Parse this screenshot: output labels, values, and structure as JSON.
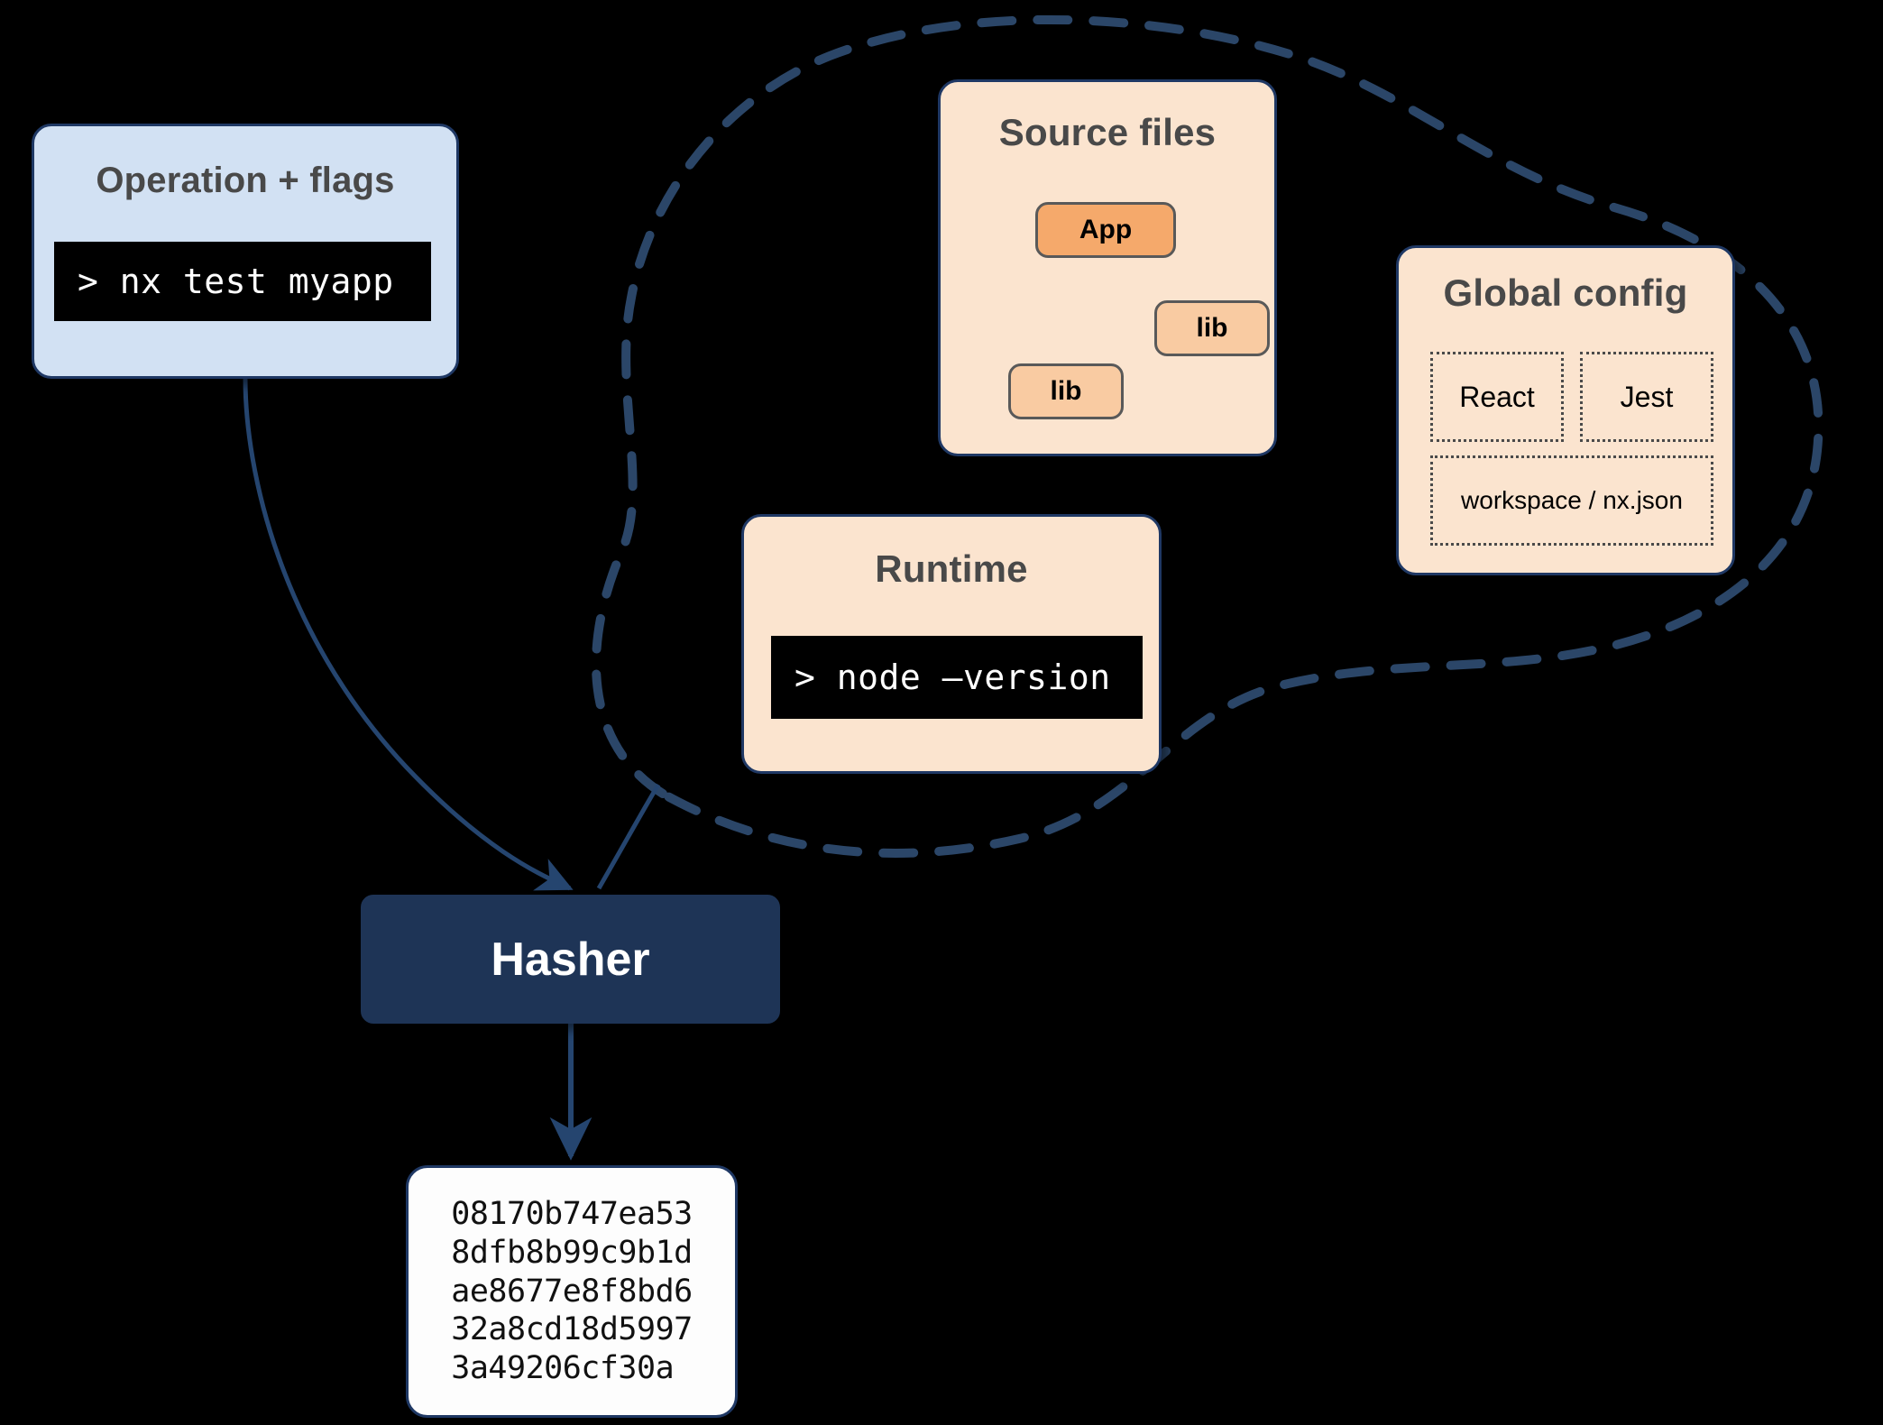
{
  "diagram": {
    "title": "Nx hasher inputs diagram",
    "colors": {
      "background": "#000000",
      "accent_navy": "#1f3864",
      "hasher_fill": "#1e3456",
      "operation_fill": "#d2e1f3",
      "cream_fill": "#fbe4cf",
      "app_fill": "#f5a96b",
      "lib_fill": "#f9cba2",
      "terminal_bg": "#000000",
      "terminal_fg": "#ffffff"
    }
  },
  "operation": {
    "title": "Operation + flags",
    "command": "> nx test myapp"
  },
  "source_files": {
    "title": "Source files",
    "nodes": [
      {
        "id": "app",
        "label": "App"
      },
      {
        "id": "lib1",
        "label": "lib"
      },
      {
        "id": "lib2",
        "label": "lib"
      }
    ],
    "edges": [
      {
        "from": "App",
        "to": "lib"
      },
      {
        "from": "App",
        "to": "lib"
      }
    ]
  },
  "global_config": {
    "title": "Global config",
    "items": [
      {
        "label": "React"
      },
      {
        "label": "Jest"
      },
      {
        "label": "workspace / nx.json"
      }
    ]
  },
  "runtime": {
    "title": "Runtime",
    "command": "> node –version"
  },
  "hasher": {
    "label": "Hasher"
  },
  "hash_output": {
    "lines": [
      "08170b747ea53",
      "8dfb8b99c9b1d",
      "ae8677e8f8bd6",
      "32a8cd18d5997",
      "3a49206cf30a"
    ]
  }
}
